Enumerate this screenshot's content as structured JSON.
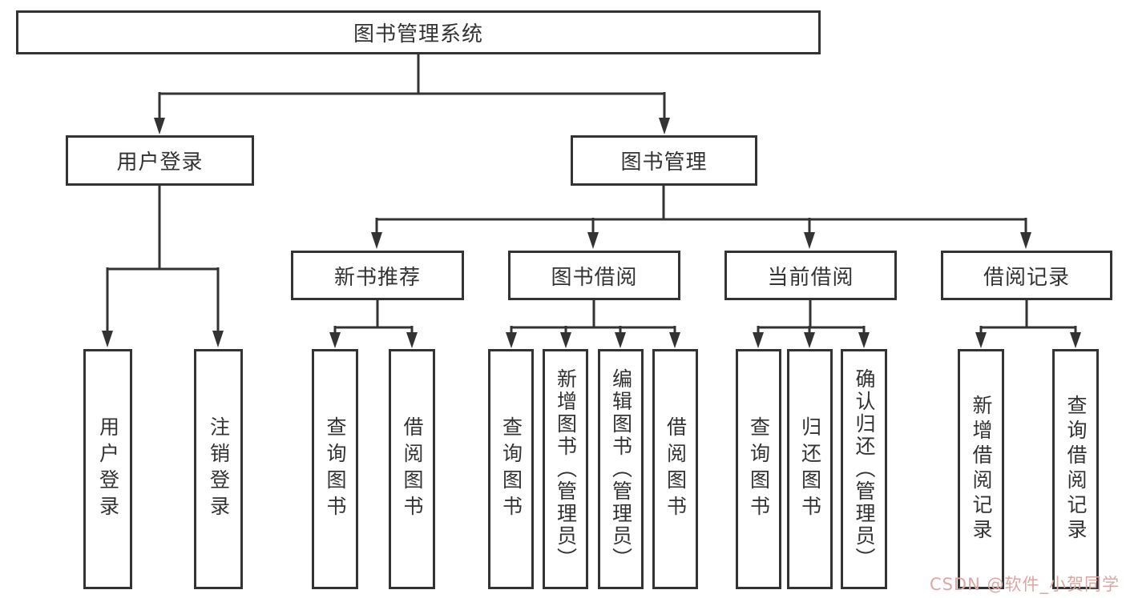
{
  "diagram": {
    "root": {
      "label": "图书管理系统"
    },
    "level2": [
      {
        "label": "用户登录"
      },
      {
        "label": "图书管理"
      }
    ],
    "level3": [
      {
        "label": "新书推荐"
      },
      {
        "label": "图书借阅"
      },
      {
        "label": "当前借阅"
      },
      {
        "label": "借阅记录"
      }
    ],
    "leaves": [
      {
        "label": "用户登录"
      },
      {
        "label": "注销登录"
      },
      {
        "label": "查询图书"
      },
      {
        "label": "借阅图书"
      },
      {
        "label": "查询图书"
      },
      {
        "label": "新增图书（管理员）"
      },
      {
        "label": "编辑图书（管理员）"
      },
      {
        "label": "借阅图书"
      },
      {
        "label": "查询图书"
      },
      {
        "label": "归还图书"
      },
      {
        "label": "确认归还（管理员）"
      },
      {
        "label": "新增借阅记录"
      },
      {
        "label": "查询借阅记录"
      }
    ]
  },
  "watermark": {
    "text": "CSDN @软件_小贺同学"
  },
  "colors": {
    "line": "#333333",
    "text": "#333333",
    "box_background": "#ffffff",
    "watermark": "#dfa6a1",
    "page_background": "#ffffff"
  }
}
